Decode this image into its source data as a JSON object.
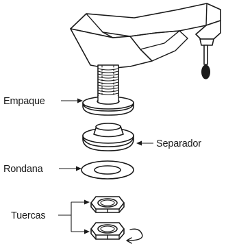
{
  "diagram": {
    "labels": {
      "empaque": "Empaque",
      "separador": "Separador",
      "rondana": "Rondana",
      "tuercas": "Tuercas"
    }
  }
}
